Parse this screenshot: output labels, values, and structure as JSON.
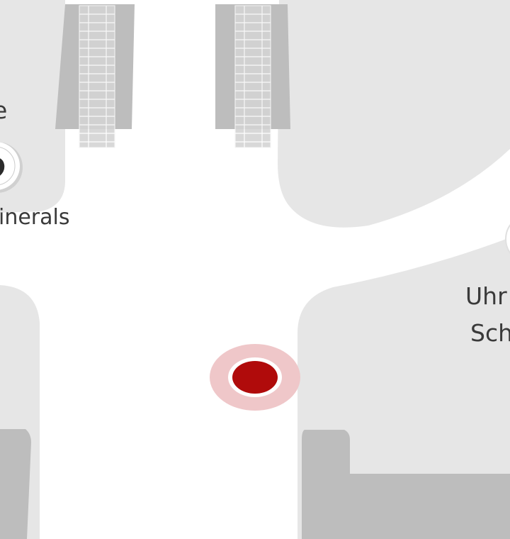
{
  "map": {
    "labels": {
      "top_left_fragment": "e",
      "minerals_fragment": "inerals",
      "right_line1": "Uhr",
      "right_line2": "Sch"
    },
    "icons": {
      "poi_marker": "partial-poi-icon",
      "location": "current-location-icon"
    },
    "colors": {
      "background": "#ffffff",
      "store_block": "#e6e6e6",
      "structure": "#bdbdbd",
      "location_dot": "#b00b0b",
      "location_halo": "#efc7c9"
    }
  }
}
